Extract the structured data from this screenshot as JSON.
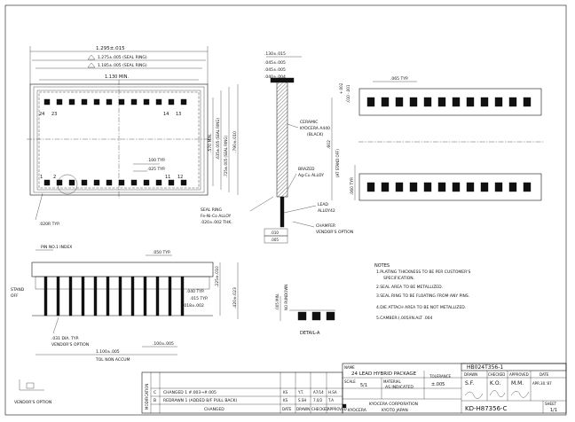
{
  "top_view": {
    "dim_width": "1.295±.015",
    "dim_seal_outer": "1.275±.005 (SEAL RING)",
    "dim_seal_inner": "1.185±.005 (SEAL RING)",
    "dim_body": "1.130 MIN.",
    "dim_height_left": ".570 MIN.",
    "dim_seal_v1": ".635±.005 (SEAL RING)",
    "dim_seal_v2": ".725±.005 (SEAL RING)",
    "dim_overall_v": ".790±.010",
    "pin_24": "24",
    "pin_23": "23",
    "pin_14": "14",
    "pin_13": "13",
    "pin_1": "1",
    "pin_2": "2",
    "pin_11": "11",
    "pin_12": "12",
    "dim_100": ".100 TYP.",
    "dim_025": ".025 TYP.",
    "dim_020r": ".020R TYP."
  },
  "section_view": {
    "dim_130": ".130±.015",
    "dim_045a": ".045±.005",
    "dim_045b": ".045±.005",
    "dim_040": ".040±.004",
    "ceramic_1": "CERAMIC",
    "ceramic_2": "KYOCERA A440",
    "ceramic_3": "(BLACK)",
    "dim_602": ".602",
    "dim_602_sub": "(AT STAND OFF)",
    "brazed_1": "BRAZED",
    "brazed_2": "Ag-Cu ALLOY",
    "lead_1": "LEAD",
    "lead_2": "ALLOY42",
    "sealring_1": "SEAL RING",
    "sealring_2": "Fe-Ni-Co ALLOY",
    "sealring_3": ".020±.002 THK.",
    "chamfer_1": "CHAMFER",
    "chamfer_2": "VENDOR'S OPTION",
    "dim_010": ".010",
    "dim_005": ".005",
    "dim_065": ".065 TYP.",
    "dim_side_a": "+.002",
    "dim_side_b": ".010 -.001",
    "dim_060": ".060 TYP."
  },
  "lower_view": {
    "pin1_index": "PIN NO.1 INDEX",
    "dim_050": ".050 TYP.",
    "dim_225": ".225±.010",
    "dim_040": ".040 TYP.",
    "dim_018": ".018±.002",
    "dim_015": ".015 TYP.",
    "dim_420": ".420±.023",
    "stand_1": "STAND",
    "stand_2": "OFF",
    "dim_031": ".031 DIA. TYP.",
    "vendor_opt": "VENDOR'S OPTION",
    "dim_1100": "1.100±.005",
    "dim_tolnon": "TOL NON ACCUM",
    "dim_100": ".100±.005"
  },
  "detail": {
    "dim_005_min": ".005 MIN.",
    "no_rundown": "NO RUNDOWN",
    "label": "DETAIL-A"
  },
  "notes": {
    "title": "NOTES",
    "n1": "1.PLATING THICKNESS TO BE PER CUSTOMER'S",
    "n1b": "SPECIFICATION.",
    "n2": "2.SEAL AREA TO BE METALLIZED.",
    "n3": "3.SEAL RING TO BE FLOATING FROM ANY PINS.",
    "n4": "4.DIE ATTACH AREA TO BE NOT METALLIZED.",
    "n5": "5.CAMBER:(.005/IN.ALT .004"
  },
  "vendor_bottom": "VENDOR'S OPTION",
  "title_block": {
    "part_number": "HB024T356-1",
    "name_label": "NAME",
    "name": "24 LEAD HYBRID PACKAGE",
    "scale_label": "SCALE",
    "scale": "5/1",
    "material_label": "MATERIAL",
    "material": "AS INDICATED",
    "tol_label": "TOLERANCE",
    "tol": "±.005",
    "drawn": "DRAWN",
    "checked": "CHECKED",
    "approved": "APPROVED",
    "date": "DATE",
    "drawn_by": "S.F.",
    "checked_by": "K.O.",
    "approved_by": "M.M.",
    "date_val": "APR.30.'87",
    "company": "KYOCERA CORPORATION",
    "city": "KYOTO JAPAN",
    "drawing_no": "KD-H87356-C",
    "sheet_label": "SHEET",
    "sheet": "1/1",
    "modification": "MODIFICATION",
    "rev1_mark": "C",
    "rev1_text": "CHANGED 1 #.003→#.005",
    "rev1_sym": "KS",
    "rev1_drawn": "Y.T.",
    "rev1_date": "A7/14",
    "rev1_chk": "H.SA",
    "rev2_mark": "B",
    "rev2_text": "REDRAWN 1 (ADDED B/F PULL BACK)",
    "rev2_sym": "KS",
    "rev2_drawn": "S.SH",
    "rev2_date": "7.0/2",
    "rev2_chk": "T.A",
    "changed": "CHANGED",
    "date_col": "DATE",
    "drawn_col": "DRAWN",
    "checked_col": "CHECKED",
    "approved_col": "APPROVED",
    "brand": "KYOCERA"
  }
}
